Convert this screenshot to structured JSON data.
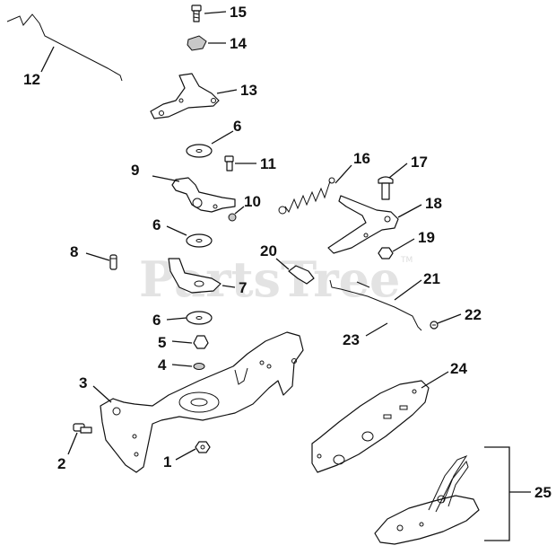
{
  "watermark": {
    "text": "PartsTree",
    "trademark": "TM"
  },
  "callouts": [
    {
      "id": "c1",
      "label": "1"
    },
    {
      "id": "c2",
      "label": "2"
    },
    {
      "id": "c3",
      "label": "3"
    },
    {
      "id": "c4",
      "label": "4"
    },
    {
      "id": "c5",
      "label": "5"
    },
    {
      "id": "c6a",
      "label": "6"
    },
    {
      "id": "c6b",
      "label": "6"
    },
    {
      "id": "c6c",
      "label": "6"
    },
    {
      "id": "c7",
      "label": "7"
    },
    {
      "id": "c8",
      "label": "8"
    },
    {
      "id": "c9",
      "label": "9"
    },
    {
      "id": "c10",
      "label": "10"
    },
    {
      "id": "c11",
      "label": "11"
    },
    {
      "id": "c12",
      "label": "12"
    },
    {
      "id": "c13",
      "label": "13"
    },
    {
      "id": "c14",
      "label": "14"
    },
    {
      "id": "c15",
      "label": "15"
    },
    {
      "id": "c16",
      "label": "16"
    },
    {
      "id": "c17",
      "label": "17"
    },
    {
      "id": "c18",
      "label": "18"
    },
    {
      "id": "c19",
      "label": "19"
    },
    {
      "id": "c20",
      "label": "20"
    },
    {
      "id": "c21",
      "label": "21"
    },
    {
      "id": "c22",
      "label": "22"
    },
    {
      "id": "c23",
      "label": "23"
    },
    {
      "id": "c24",
      "label": "24"
    },
    {
      "id": "c25",
      "label": "25"
    }
  ]
}
